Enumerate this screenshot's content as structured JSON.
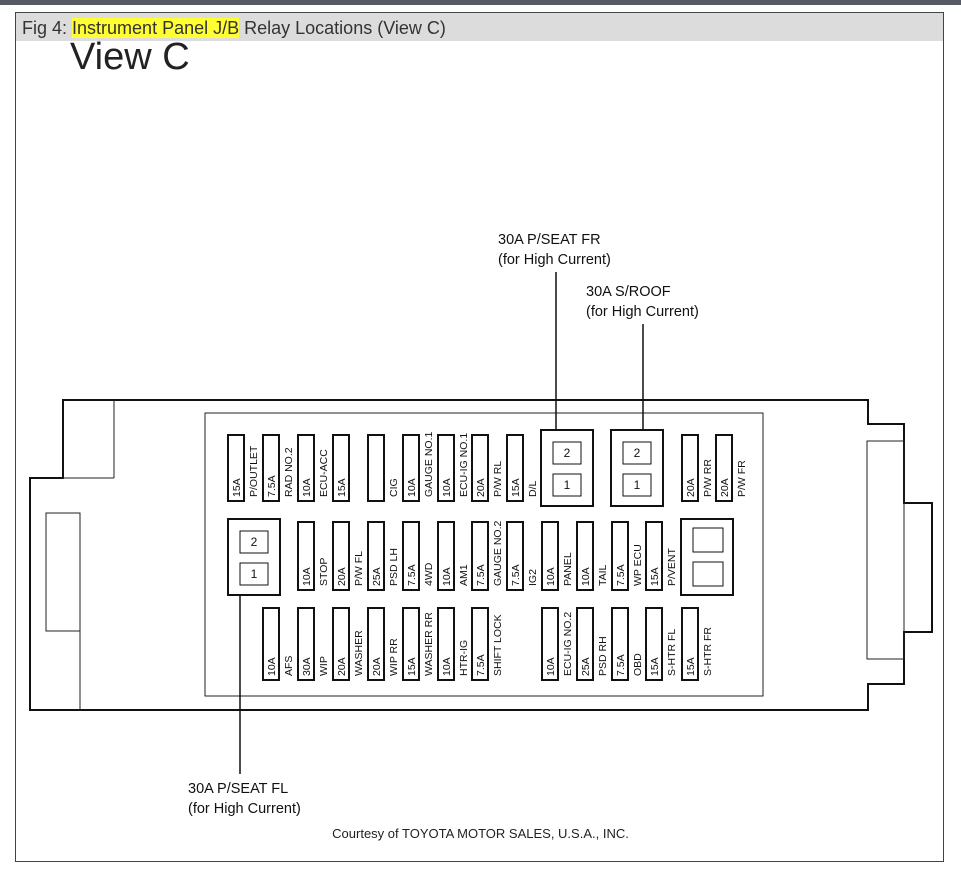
{
  "caption": {
    "prefix": "Fig 4: ",
    "highlight": "Instrument Panel J/B",
    "suffix": " Relay Locations (View C)"
  },
  "view_title": "View C",
  "callouts": {
    "pseat_fr": [
      "30A P/SEAT FR",
      "(for High Current)"
    ],
    "sroof": [
      "30A S/ROOF",
      "(for High Current)"
    ],
    "pseat_fl": [
      "30A P/SEAT FL",
      "(for High Current)"
    ]
  },
  "courtesy": "Courtesy of TOYOTA MOTOR SALES, U.S.A., INC.",
  "relay_numbers": [
    "2",
    "1"
  ],
  "fuse_rows": {
    "row1": [
      {
        "amp": "15A",
        "name": "P/OUTLET"
      },
      {
        "amp": "7.5A",
        "name": "RAD NO.2"
      },
      {
        "amp": "10A",
        "name": "ECU-ACC"
      },
      {
        "amp": "15A",
        "name": "CIG"
      },
      {
        "amp": "",
        "name": "CIG"
      },
      {
        "amp": "10A",
        "name": "GAUGE NO.1"
      },
      {
        "amp": "10A",
        "name": "ECU-IG NO.1"
      },
      {
        "amp": "20A",
        "name": "P/W RL"
      },
      {
        "amp": "15A",
        "name": "D/L"
      },
      {
        "amp": "20A",
        "name": "P/W RR"
      },
      {
        "amp": "20A",
        "name": "P/W FR"
      }
    ],
    "row2": [
      {
        "amp": "10A",
        "name": "STOP"
      },
      {
        "amp": "20A",
        "name": "P/W FL"
      },
      {
        "amp": "25A",
        "name": "PSD LH"
      },
      {
        "amp": "7.5A",
        "name": "4WD"
      },
      {
        "amp": "10A",
        "name": "AM1"
      },
      {
        "amp": "7.5A",
        "name": "GAUGE NO.2"
      },
      {
        "amp": "7.5A",
        "name": "IG2"
      },
      {
        "amp": "10A",
        "name": "PANEL"
      },
      {
        "amp": "10A",
        "name": "TAIL"
      },
      {
        "amp": "7.5A",
        "name": "WP ECU"
      },
      {
        "amp": "15A",
        "name": "P/VENT"
      }
    ],
    "row3": [
      {
        "amp": "10A",
        "name": "AFS"
      },
      {
        "amp": "30A",
        "name": "WIP"
      },
      {
        "amp": "20A",
        "name": "WASHER"
      },
      {
        "amp": "20A",
        "name": "WIP RR"
      },
      {
        "amp": "15A",
        "name": "WASHER RR"
      },
      {
        "amp": "10A",
        "name": "HTR-IG"
      },
      {
        "amp": "7.5A",
        "name": "SHIFT LOCK"
      },
      {
        "amp": "10A",
        "name": "ECU-IG NO.2"
      },
      {
        "amp": "25A",
        "name": "PSD RH"
      },
      {
        "amp": "7.5A",
        "name": "OBD"
      },
      {
        "amp": "15A",
        "name": "S-HTR FL"
      },
      {
        "amp": "15A",
        "name": "S-HTR FR"
      }
    ]
  }
}
